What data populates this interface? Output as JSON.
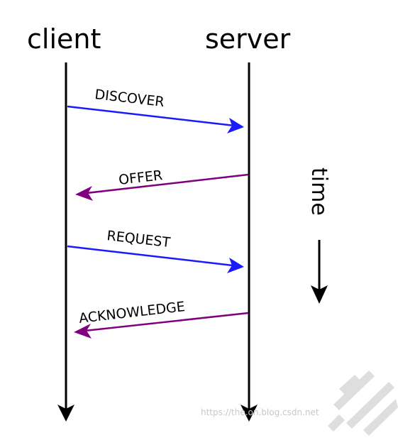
{
  "actors": {
    "client": "client",
    "server": "server"
  },
  "messages": [
    {
      "label": "DISCOVER",
      "from": "client",
      "to": "server",
      "color": "#1a1aff"
    },
    {
      "label": "OFFER",
      "from": "server",
      "to": "client",
      "color": "#800080"
    },
    {
      "label": "REQUEST",
      "from": "client",
      "to": "server",
      "color": "#1a1aff"
    },
    {
      "label": "ACKNOWLEDGE",
      "from": "server",
      "to": "client",
      "color": "#800080"
    }
  ],
  "time_label": "time",
  "watermark": "https://the.on.blog.csdn.net",
  "colors": {
    "lifeline": "#000000",
    "request": "#1a1aff",
    "response": "#800080",
    "watermark": "#d0d0d0"
  }
}
